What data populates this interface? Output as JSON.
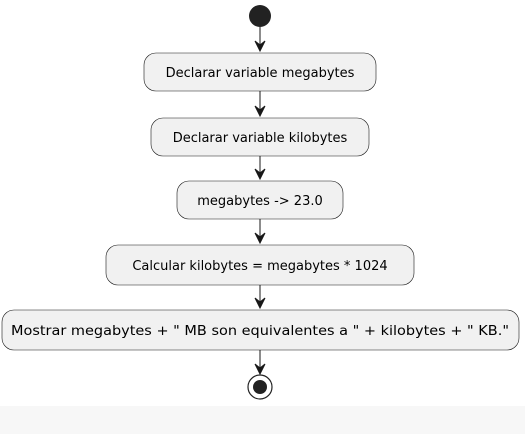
{
  "diagram": {
    "nodes": [
      {
        "label": "Declarar variable megabytes"
      },
      {
        "label": "Declarar variable kilobytes"
      },
      {
        "label": "megabytes -> 23.0"
      },
      {
        "label": "Calcular kilobytes = megabytes * 1024"
      },
      {
        "label": "Mostrar megabytes + \" MB son equivalentes a \" + kilobytes + \" KB.\""
      }
    ]
  },
  "colors": {
    "node_fill": "#f1f1f1",
    "stroke": "#181818",
    "start_fill": "#222222",
    "background": "#ffffff"
  }
}
